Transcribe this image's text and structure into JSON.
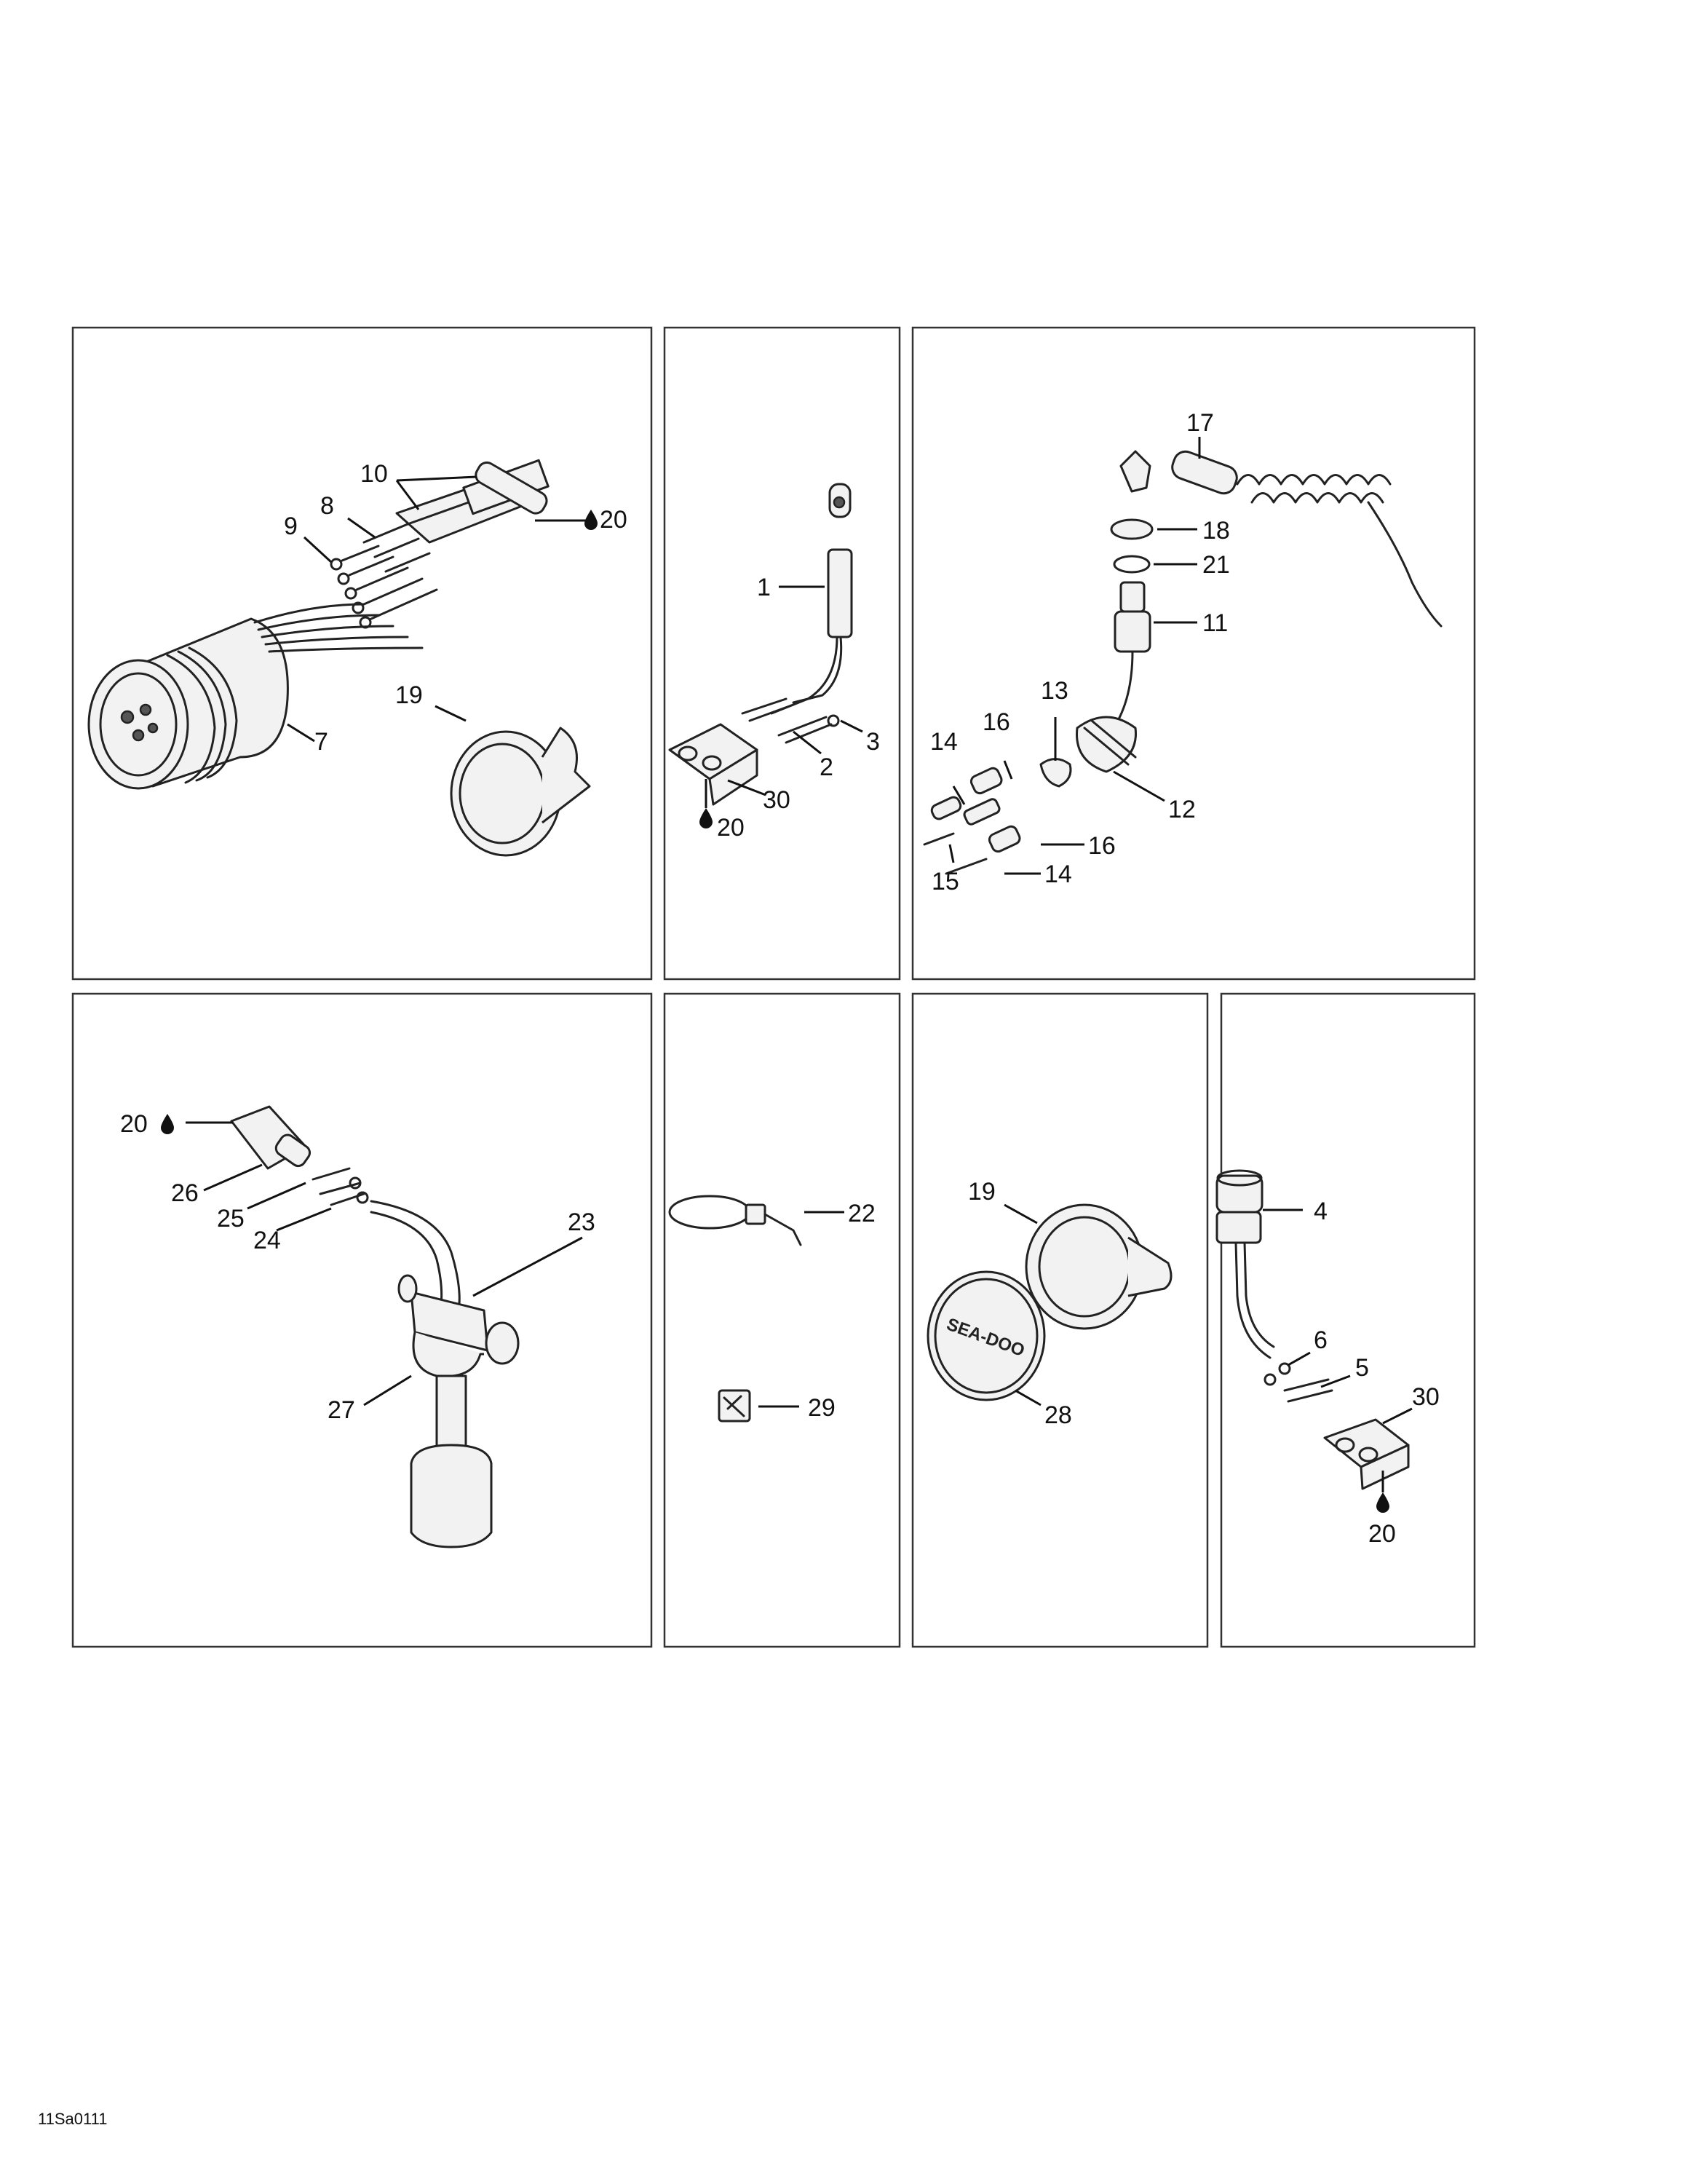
{
  "figure_code": "11Sa0111",
  "panels": {
    "gauge": {
      "callouts": [
        "10",
        "8",
        "9",
        "20",
        "7",
        "19"
      ]
    },
    "sensor-connector": {
      "callouts": [
        "1",
        "3",
        "2",
        "30",
        "20"
      ]
    },
    "safety-lanyard": {
      "callouts": [
        "17",
        "18",
        "21",
        "11",
        "13",
        "16",
        "14",
        "12",
        "16",
        "15",
        "14"
      ]
    },
    "level-sensor": {
      "callouts": [
        "20",
        "26",
        "25",
        "24",
        "23",
        "27"
      ]
    },
    "tie-wrap": {
      "callouts": [
        "22",
        "29"
      ]
    },
    "cover": {
      "callouts": [
        "19",
        "28"
      ]
    },
    "switch": {
      "callouts": [
        "4",
        "6",
        "5",
        "30",
        "20"
      ]
    }
  },
  "cover_brand_text": "SEA-DOO"
}
